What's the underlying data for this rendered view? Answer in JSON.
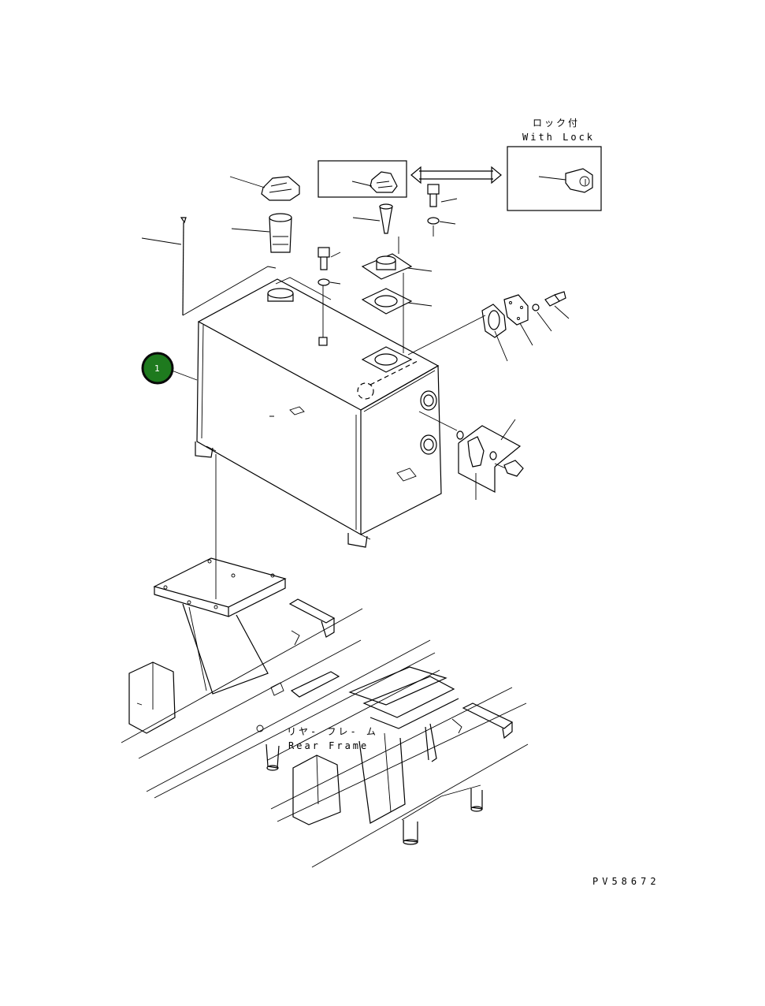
{
  "labels": {
    "lock_jp": "ロック付",
    "lock_en": "With Lock",
    "rear_frame_jp": "リヤ- フレ- ム",
    "rear_frame_en": "Rear Frame",
    "drawing_code": "PV58672"
  },
  "callouts": [
    {
      "number": "1",
      "color": "#1e7a1e",
      "border": "#0a0a0a"
    }
  ],
  "colors": {
    "line": "#000000",
    "background": "#ffffff"
  }
}
